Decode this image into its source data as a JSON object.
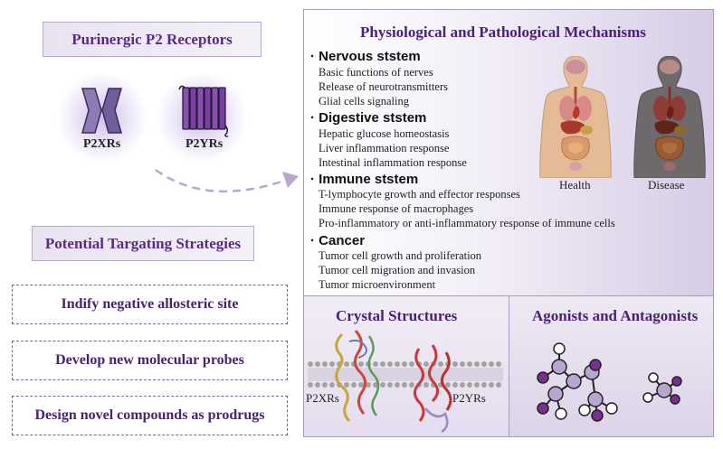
{
  "left": {
    "receptors_title": "Purinergic P2 Receptors",
    "p2x_label": "P2XRs",
    "p2y_label": "P2YRs",
    "strategies_title": "Potential Targating Strategies",
    "strategies": [
      "Indify negative allosteric site",
      "Develop new molecular probes",
      "Design novel compounds as prodrugs"
    ]
  },
  "mechanisms": {
    "title": "Physiological and Pathological Mechanisms",
    "bullet": "·",
    "systems": [
      {
        "name": "Nervous ststem",
        "items": [
          "Basic functions of nerves",
          "Release of neurotransmitters",
          "Glial cells signaling"
        ]
      },
      {
        "name": "Digestive ststem",
        "items": [
          "Hepatic glucose homeostasis",
          "Liver inflammation response",
          "Intestinal inflammation response"
        ]
      },
      {
        "name": "Immune ststem",
        "items": [
          "T-lymphocyte growth and effector responses",
          "Immune response of macrophages",
          "Pro-inflammatory or anti-inflammatory response of immune cells"
        ]
      },
      {
        "name": "Cancer",
        "items": [
          "Tumor cell growth and proliferation",
          "Tumor cell migration and invasion",
          "Tumor microenvironment"
        ]
      }
    ],
    "health_label": "Health",
    "disease_label": "Disease"
  },
  "crystal": {
    "title": "Crystal Structures",
    "p2x_label": "P2XRs",
    "p2y_label": "P2YRs"
  },
  "agonists": {
    "title": "Agonists and Antagonists"
  },
  "colors": {
    "purple_dark": "#4b1f7a",
    "purple_mid": "#7a4fa3",
    "purple_light": "#d6cce6"
  }
}
